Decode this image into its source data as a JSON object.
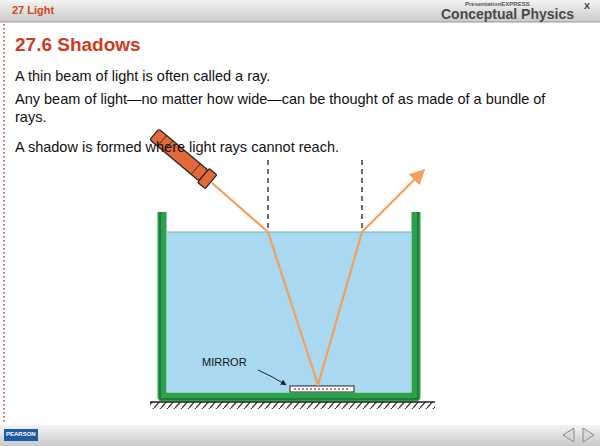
{
  "diagram": {
    "title": "27.6 Shadows",
    "labels": [
      "27 Light",
      "PresentationEXPRESS",
      "Conceptual Physics",
      "X",
      "A thin beam of light is often called a ray.",
      "Any beam of light—no matter how wide—can be thought of as made of a bundle of rays.",
      "A shadow is formed where light rays cannot reach.",
      "MIRROR",
      "PEARSON"
    ]
  }
}
